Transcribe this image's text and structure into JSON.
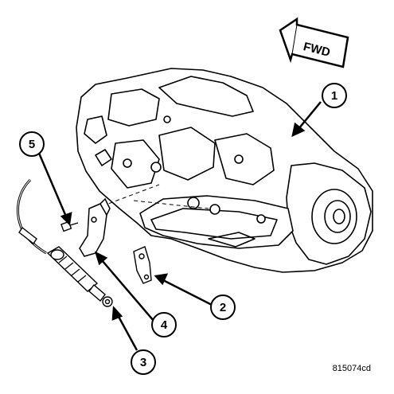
{
  "diagram": {
    "direction_label": "FWD",
    "figure_code": "815074cd",
    "callouts": [
      {
        "number": "1",
        "part": "transmission-case"
      },
      {
        "number": "2",
        "part": "shift-lever"
      },
      {
        "number": "3",
        "part": "shift-cable-end"
      },
      {
        "number": "4",
        "part": "cable-bracket"
      },
      {
        "number": "5",
        "part": "bracket-bolt"
      }
    ]
  }
}
